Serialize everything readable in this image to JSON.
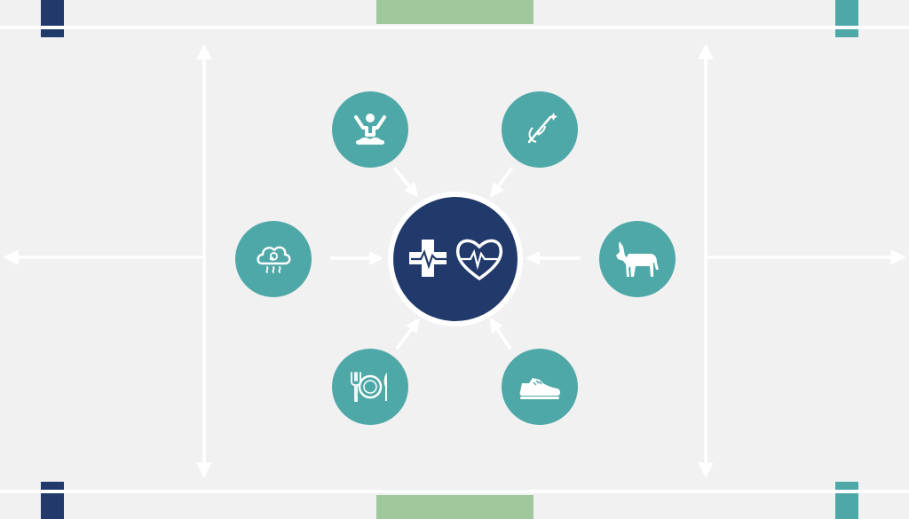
{
  "colors": {
    "background": "#f1f1f1",
    "lines": "#ffffff",
    "navy": "#213a6b",
    "teal": "#4fa8a8",
    "green": "#9fc89d",
    "icon": "#ffffff"
  },
  "center": {
    "icons": [
      "health-cross-icon",
      "heart-pulse-icon"
    ]
  },
  "nodes": [
    {
      "id": "meditation",
      "icon": "meditation-icon"
    },
    {
      "id": "acupuncture",
      "icon": "acupuncture-icon"
    },
    {
      "id": "mind",
      "icon": "mind-cloud-icon"
    },
    {
      "id": "equine",
      "icon": "horse-icon"
    },
    {
      "id": "nutrition",
      "icon": "plate-cutlery-icon"
    },
    {
      "id": "exercise",
      "icon": "sneaker-icon"
    }
  ]
}
